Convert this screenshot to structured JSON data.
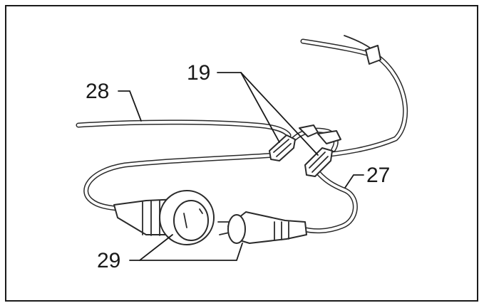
{
  "labels": {
    "clips": "19",
    "mains_cable": "28",
    "extension_cable": "27",
    "connectors": "29"
  }
}
